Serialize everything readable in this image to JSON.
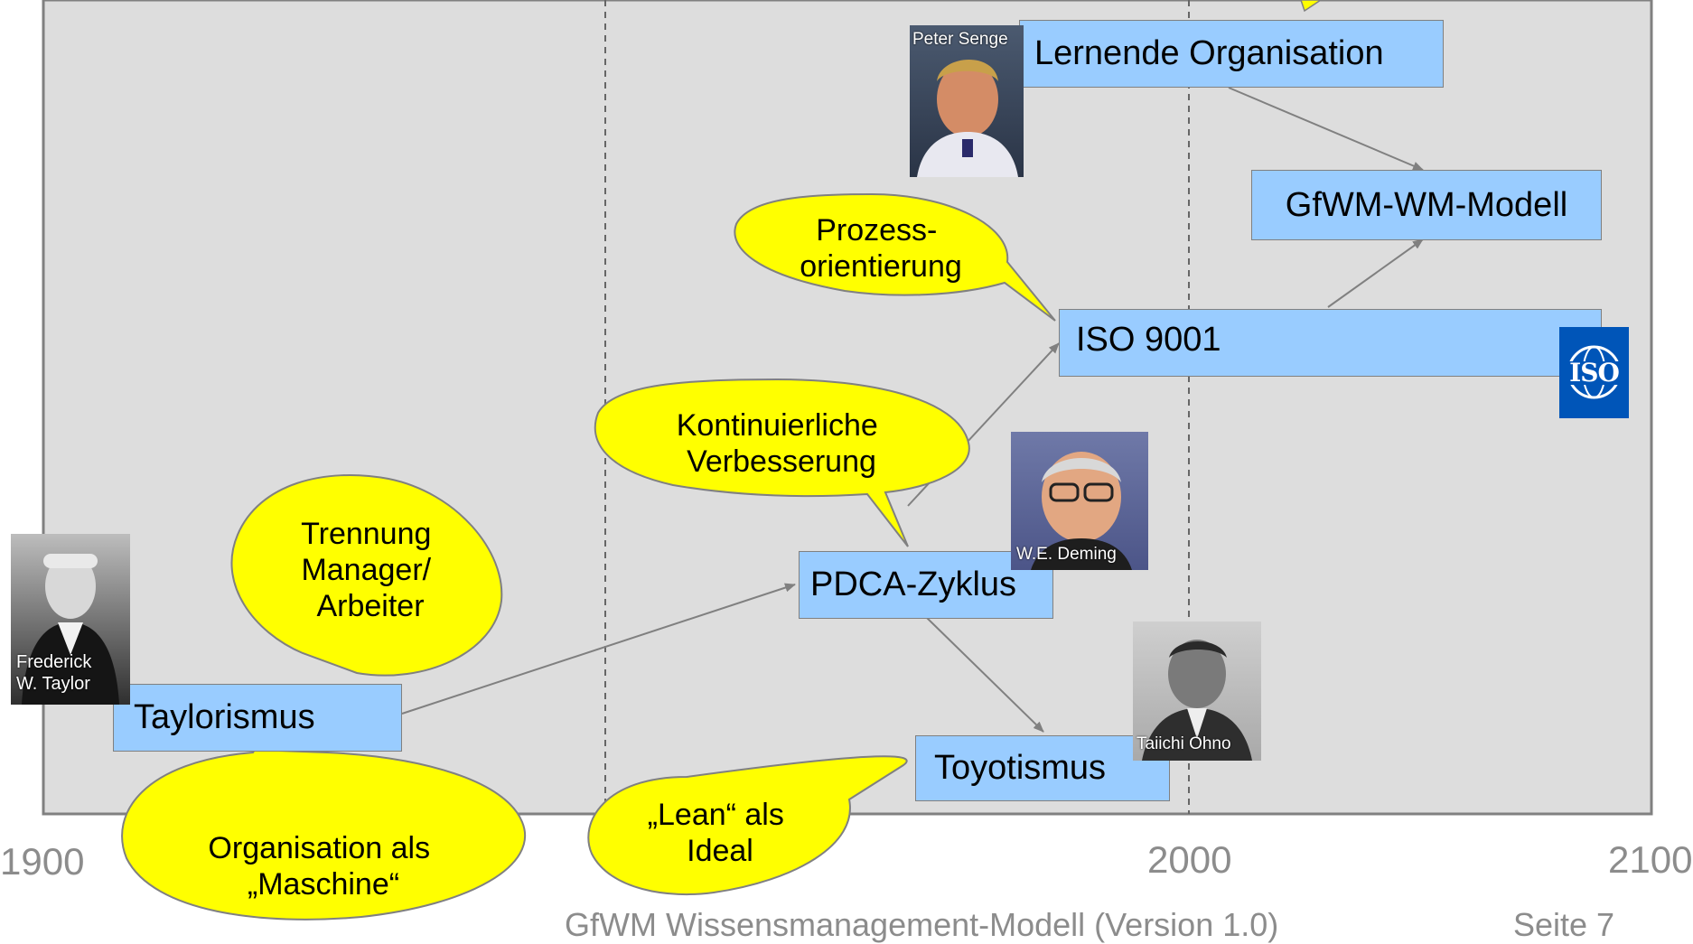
{
  "axis": {
    "year_1900": "1900",
    "year_2000": "2000",
    "year_2100": "2100"
  },
  "nodes": {
    "taylorismus": "Taylorismus",
    "pdca": "PDCA-Zyklus",
    "toyotismus": "Toyotismus",
    "iso9001": "ISO 9001",
    "gfwm": "GfWM-WM-Modell",
    "lernende": "Lernende Organisation"
  },
  "callouts": {
    "trennung": [
      "Trennung",
      "Manager/",
      "Arbeiter"
    ],
    "organisation": [
      "Organisation als",
      "„Maschine“"
    ],
    "lean": [
      "„Lean“ als",
      "Ideal"
    ],
    "kontinuierlich": [
      "Kontinuierliche",
      "Verbesserung"
    ],
    "prozess": [
      "Prozess-",
      "orientierung"
    ]
  },
  "portraits": {
    "taylor": "Frederick\nW. Taylor",
    "deming": "W.E. Deming",
    "ohno": "Taiichi Ohno",
    "senge": "Peter Senge"
  },
  "logo": {
    "iso": "ISO"
  },
  "footer": {
    "title": "GfWM Wissensmanagement-Modell (Version 1.0)",
    "page": "Seite 7"
  },
  "colors": {
    "panel": "#dddddd",
    "box": "#99ccff",
    "callout": "#ffff00",
    "iso_blue": "#0055b8"
  }
}
